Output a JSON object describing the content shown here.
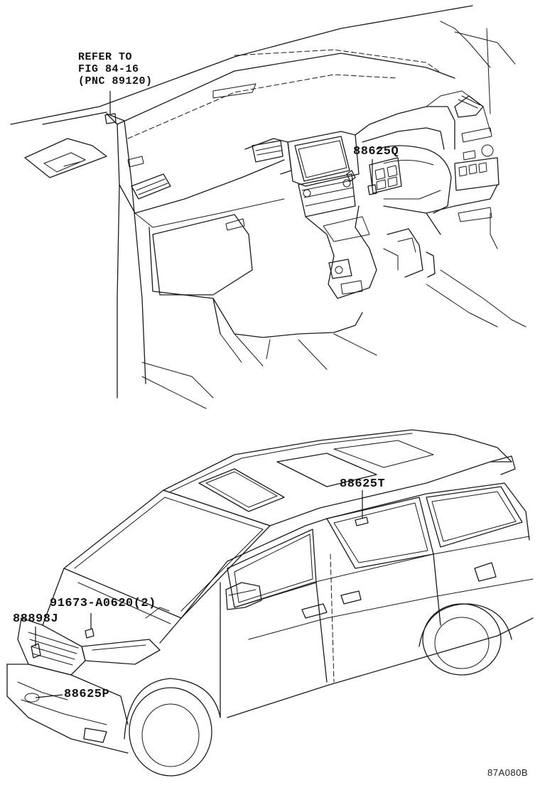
{
  "labels": {
    "refer_line1": "REFER TO",
    "refer_line2": "FIG 84-16",
    "refer_line3": "(PNC 89120)",
    "part_88625Q": "88625Q",
    "part_88625T": "88625T",
    "part_91673": "91673-A0620(2)",
    "part_88898J": "88898J",
    "part_88625P": "88625P",
    "figure_id": "87A080B"
  },
  "colors": {
    "line": "#1a1a1a",
    "background": "#ffffff"
  }
}
